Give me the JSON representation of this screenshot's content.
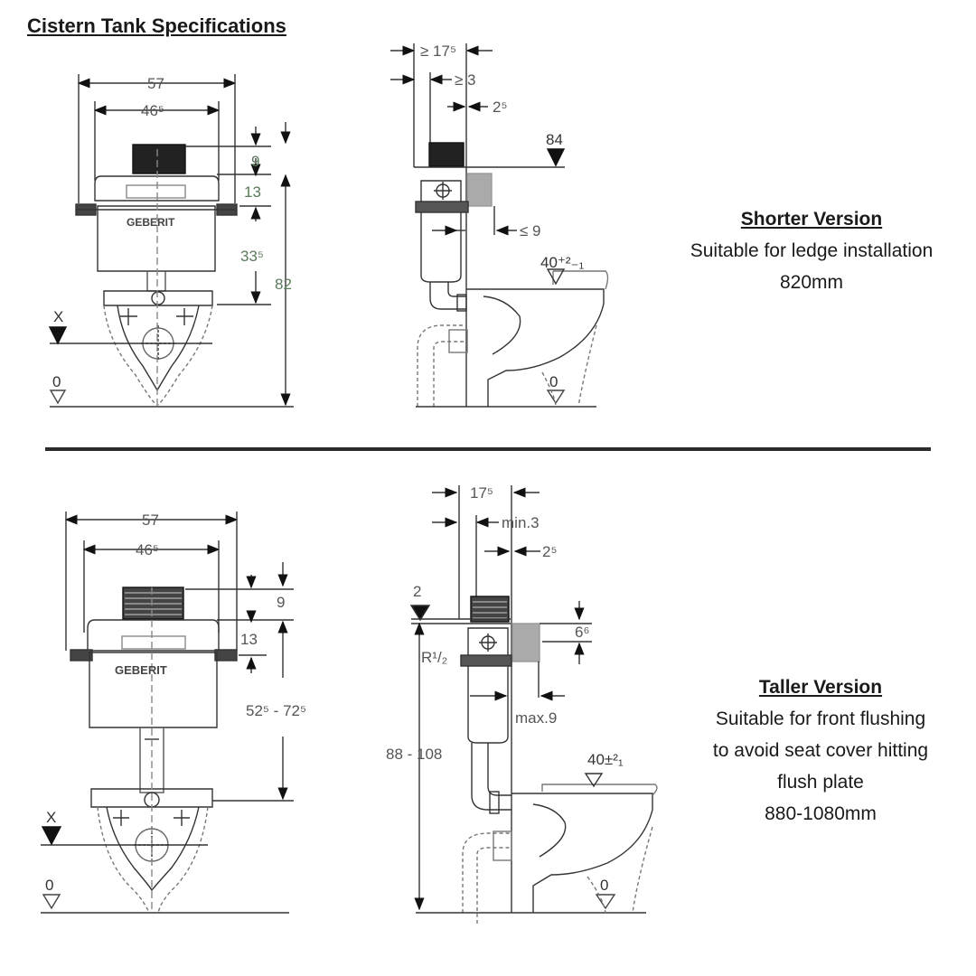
{
  "title": "Cistern Tank Specifications",
  "brand": "GEBERIT",
  "shorter": {
    "heading": "Shorter Version",
    "line1": "Suitable for ledge installation",
    "line2": "820mm",
    "front": {
      "width_outer": "57",
      "width_inner": "46⁵",
      "dim_top": "9",
      "dim_13": "13",
      "dim_33": "33⁵",
      "height": "82",
      "x_label": "X",
      "zero": "0"
    },
    "side": {
      "d_175": "≥ 17⁵",
      "d_3": "≥ 3",
      "d_25": "2⁵",
      "d_84": "84",
      "d_9": "≤ 9",
      "d_40": "40⁺²₋₁",
      "zero": "0"
    }
  },
  "taller": {
    "heading": "Taller Version",
    "line1": "Suitable for front flushing",
    "line2": "to avoid seat cover hitting",
    "line3": "flush plate",
    "line4": "880-1080mm",
    "front": {
      "width_outer": "57",
      "width_inner": "46⁵",
      "dim_top": "9",
      "dim_13": "13",
      "dim_range": "52⁵ - 72⁵",
      "x_label": "X",
      "zero": "0"
    },
    "side": {
      "d_175": "17⁵",
      "d_min3": "min.3",
      "d_25": "2⁵",
      "d_2": "2",
      "d_66": "6⁶",
      "d_r12": "R¹/₂",
      "d_max9": "max.9",
      "d_range": "88 - 108",
      "d_40": "40±²₁",
      "zero": "0"
    }
  }
}
